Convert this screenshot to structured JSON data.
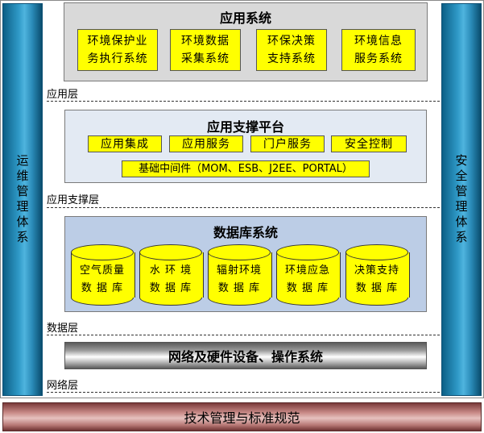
{
  "sidebars": {
    "left": "运维管理体系",
    "right": "安全管理体系"
  },
  "application_system": {
    "title": "应用系统",
    "boxes": [
      [
        "环境保护业",
        "务执行系统"
      ],
      [
        "环境数据",
        "采集系统"
      ],
      [
        "环保决策",
        "支持系统"
      ],
      [
        "环境信息",
        "服务系统"
      ]
    ],
    "layer_label": "应用层"
  },
  "support_platform": {
    "title": "应用支撑平台",
    "boxes": [
      "应用集成",
      "应用服务",
      "门户服务",
      "安全控制"
    ],
    "middleware": "基础中间件（MOM、ESB、J2EE、PORTAL）",
    "layer_label": "应用支撑层"
  },
  "database_system": {
    "title": "数据库系统",
    "cylinders": [
      [
        "空气质量",
        "数 据 库"
      ],
      [
        "水 环 境",
        "数 据 库"
      ],
      [
        "辐射环境",
        "数 据 库"
      ],
      [
        "环境应急",
        "数 据 库"
      ],
      [
        "决策支持",
        "数 据 库"
      ]
    ],
    "layer_label": "数据层"
  },
  "network": {
    "title": "网络及硬件设备、操作系统",
    "layer_label": "网络层"
  },
  "footer": {
    "title": "技术管理与标准规范"
  }
}
